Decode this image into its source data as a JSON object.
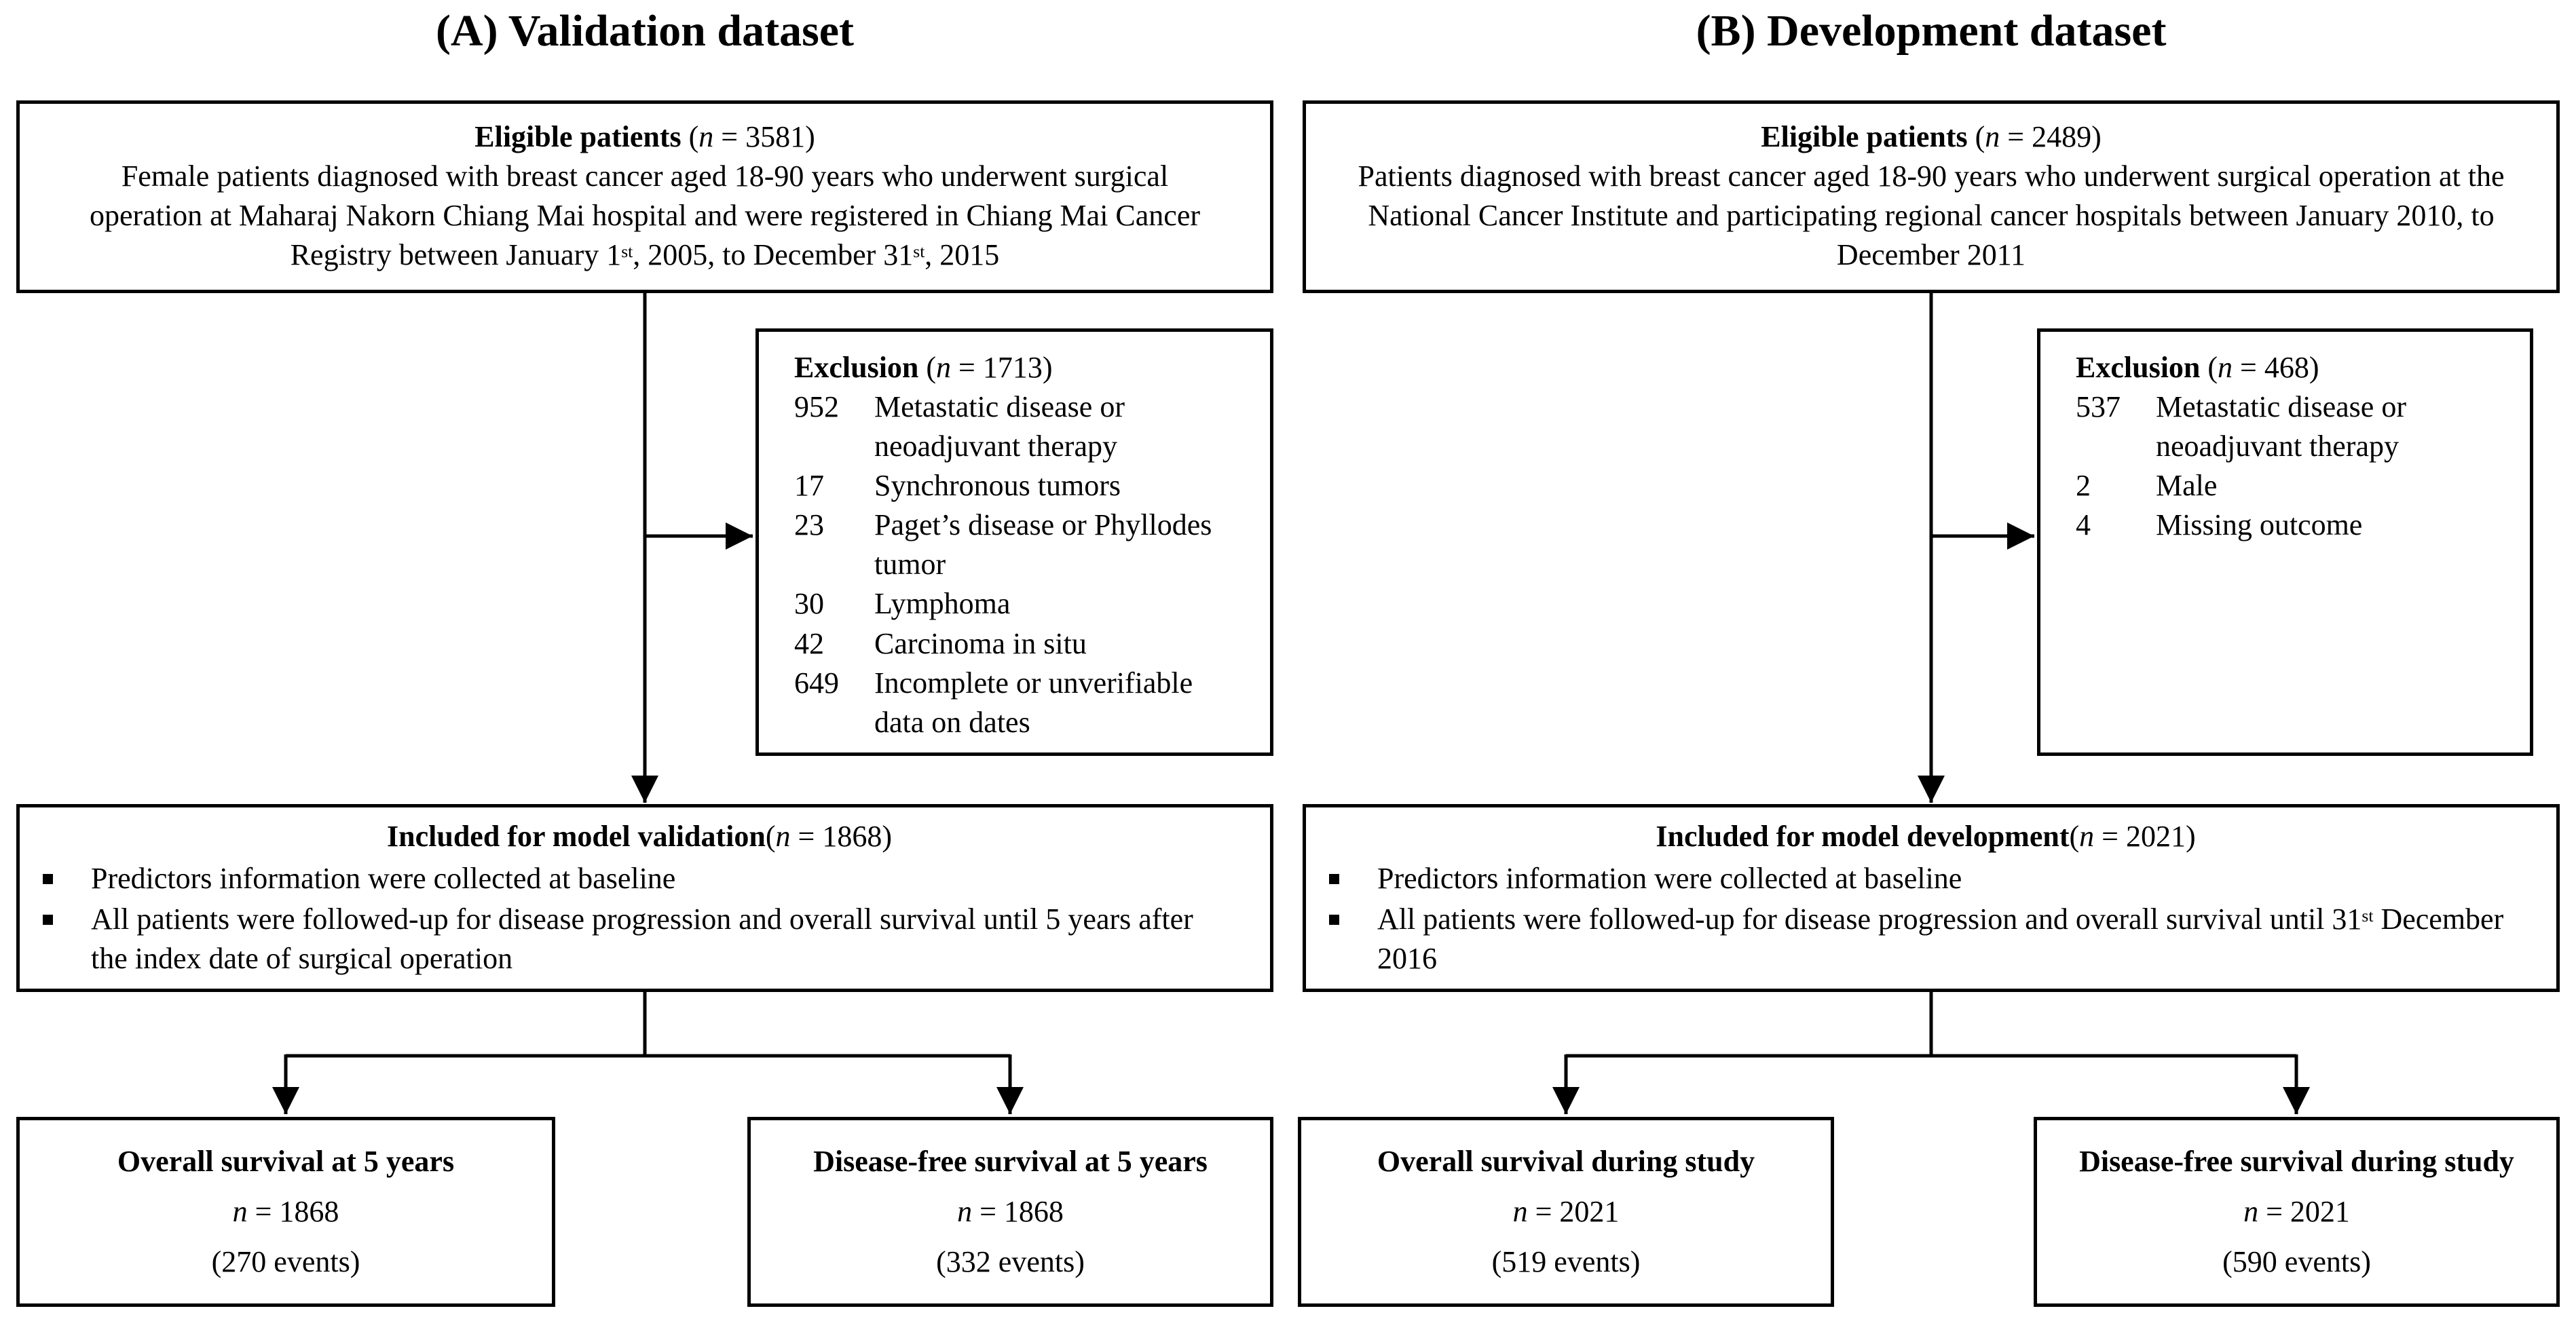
{
  "colors": {
    "line": "#000000",
    "background": "#ffffff",
    "text": "#000000"
  },
  "panels": {
    "a": {
      "title": "(A) Validation dataset",
      "eligible": {
        "heading": "Eligible patients",
        "n_open": " (",
        "n_sym": "n",
        "n_rest": " = 3581)",
        "body": [
          "Female patients diagnosed with breast cancer aged 18-90 years who underwent surgical operation at Maharaj Nakorn Chiang Mai hospital and were registered in Chiang Mai Cancer Registry between January 1",
          "st",
          ", 2005, to December 31",
          "st",
          ", 2015"
        ]
      },
      "exclusion": {
        "heading": "Exclusion",
        "n_open": " (",
        "n_sym": "n",
        "n_rest": " = 1713)",
        "items": [
          {
            "count": "952",
            "text": "Metastatic disease or neoadjuvant therapy"
          },
          {
            "count": "17",
            "text": "Synchronous tumors"
          },
          {
            "count": "23",
            "text": "Paget’s disease or Phyllodes tumor"
          },
          {
            "count": "30",
            "text": "Lymphoma"
          },
          {
            "count": "42",
            "text": "Carcinoma in situ"
          },
          {
            "count": "649",
            "text": "Incomplete or unverifiable data on dates"
          }
        ]
      },
      "included": {
        "heading": "Included for model validation",
        "n_open": "(",
        "n_sym": "n",
        "n_rest": " = 1868)",
        "bullets": [
          {
            "parts": [
              "Predictors information were collected at baseline",
              "",
              ""
            ]
          },
          {
            "parts": [
              "All patients were followed-up for disease progression and overall survival until 5 years after the index date of surgical operation",
              "",
              ""
            ]
          }
        ]
      },
      "outcomes": [
        {
          "title": "Overall survival at 5 years",
          "n_sym": "n",
          "n_rest": " = 1868",
          "events": "(270 events)"
        },
        {
          "title": "Disease-free survival at 5 years",
          "n_sym": "n",
          "n_rest": " = 1868",
          "events": "(332 events)"
        }
      ]
    },
    "b": {
      "title": "(B) Development dataset",
      "eligible": {
        "heading": "Eligible patients",
        "n_open": " (",
        "n_sym": "n",
        "n_rest": " = 2489)",
        "body": [
          "Patients diagnosed with breast cancer aged 18-90 years who underwent surgical operation at the National Cancer Institute and participating regional cancer hospitals between January 2010, to December 2011",
          "",
          "",
          "",
          ""
        ]
      },
      "exclusion": {
        "heading": "Exclusion",
        "n_open": " (",
        "n_sym": "n",
        "n_rest": " = 468)",
        "items": [
          {
            "count": "537",
            "text": "Metastatic disease or neoadjuvant therapy"
          },
          {
            "count": "2",
            "text": "Male"
          },
          {
            "count": "4",
            "text": "Missing outcome"
          }
        ]
      },
      "included": {
        "heading": "Included for model development",
        "n_open": "(",
        "n_sym": "n",
        "n_rest": " = 2021)",
        "bullets": [
          {
            "parts": [
              "Predictors information were collected at baseline",
              "",
              ""
            ]
          },
          {
            "parts": [
              "All patients were followed-up for disease progression and overall survival until 31",
              "st",
              " December 2016"
            ]
          }
        ]
      },
      "outcomes": [
        {
          "title": "Overall survival during study",
          "n_sym": "n",
          "n_rest": " = 2021",
          "events": "(519 events)"
        },
        {
          "title": "Disease-free survival during study",
          "n_sym": "n",
          "n_rest": " = 2021",
          "events": "(590 events)"
        }
      ]
    }
  }
}
